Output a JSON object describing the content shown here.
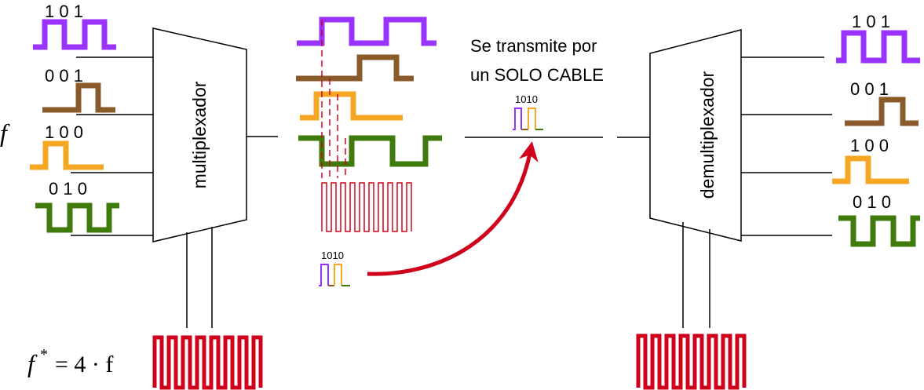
{
  "colors": {
    "purple": "#9933ff",
    "brown": "#8b5a2b",
    "orange": "#f5a623",
    "green": "#3f7a0c",
    "red": "#d0021b",
    "line": "#000000"
  },
  "inputs": [
    {
      "bits": "1 0 1",
      "color": "purple"
    },
    {
      "bits": "0 0 1",
      "color": "brown"
    },
    {
      "bits": "1 0 0",
      "color": "orange"
    },
    {
      "bits": "0 1 0",
      "color": "green"
    }
  ],
  "outputs": [
    {
      "bits": "1 0 1",
      "color": "purple"
    },
    {
      "bits": "0 0 1",
      "color": "brown"
    },
    {
      "bits": "1 0 0",
      "color": "orange"
    },
    {
      "bits": "0 1 0",
      "color": "green"
    }
  ],
  "labels": {
    "mux": "multiplexador",
    "demux": "demultiplexador",
    "transmit_line1": "Se transmite por",
    "transmit_line2": "un SOLO CABLE",
    "packet_bits_top": "1010",
    "packet_bits_bottom": "1010",
    "freq_symbol": "f",
    "freq_formula_lhs": "f",
    "freq_formula_star": "*",
    "freq_formula_rhs": "= 4 · f"
  }
}
